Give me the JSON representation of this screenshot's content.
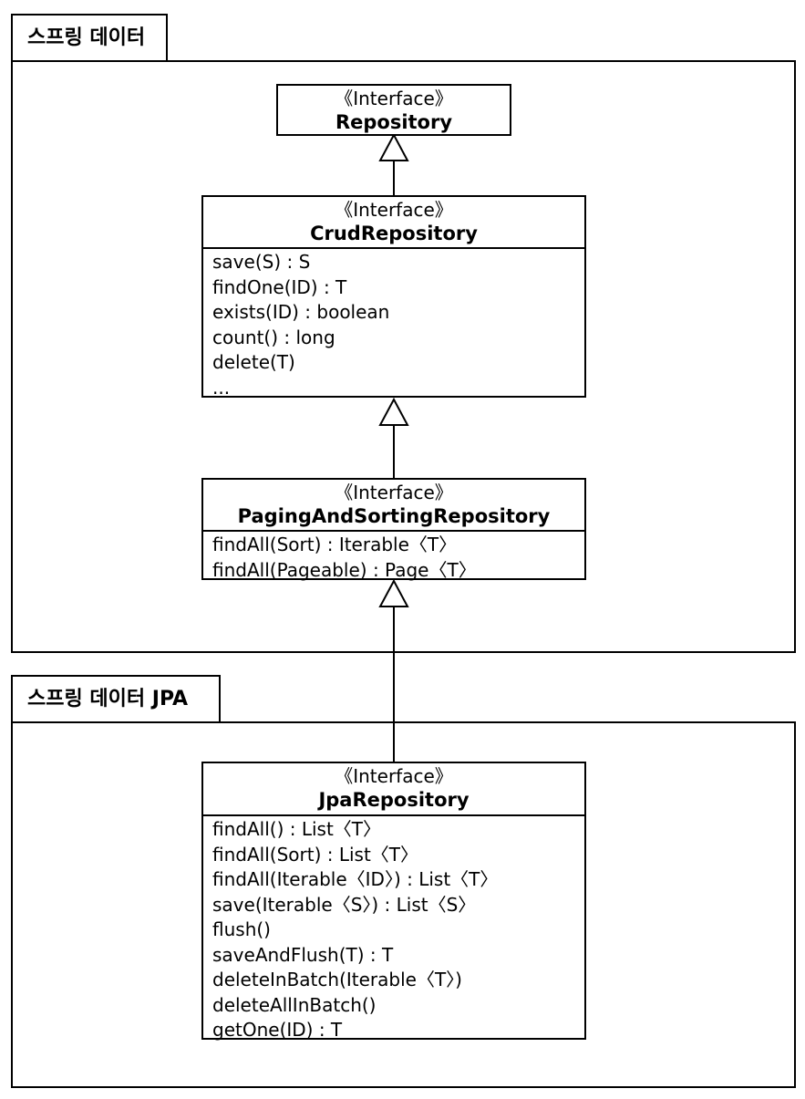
{
  "packages": {
    "spring_data": {
      "label": "스프링 데이터"
    },
    "spring_data_jpa": {
      "label": "스프링 데이터 JPA"
    }
  },
  "classes": {
    "repository": {
      "stereotype": "《Interface》",
      "name": "Repository",
      "methods": []
    },
    "crud_repository": {
      "stereotype": "《Interface》",
      "name": "CrudRepository",
      "methods": [
        "save(S) : S",
        "findOne(ID) : T",
        "exists(ID) : boolean",
        "count() : long",
        "delete(T)",
        "..."
      ]
    },
    "paging_repository": {
      "stereotype": "《Interface》",
      "name": "PagingAndSortingRepository",
      "methods": [
        "findAll(Sort) : Iterable〈T〉",
        "findAll(Pageable) : Page〈T〉"
      ]
    },
    "jpa_repository": {
      "stereotype": "《Interface》",
      "name": "JpaRepository",
      "methods": [
        "findAll() : List〈T〉",
        "findAll(Sort) : List〈T〉",
        "findAll(Iterable〈ID〉) : List〈T〉",
        "save(Iterable〈S〉) : List〈S〉",
        "flush()",
        "saveAndFlush(T) : T",
        "deleteInBatch(Iterable〈T〉)",
        "deleteAllInBatch()",
        "getOne(ID) : T"
      ]
    }
  }
}
